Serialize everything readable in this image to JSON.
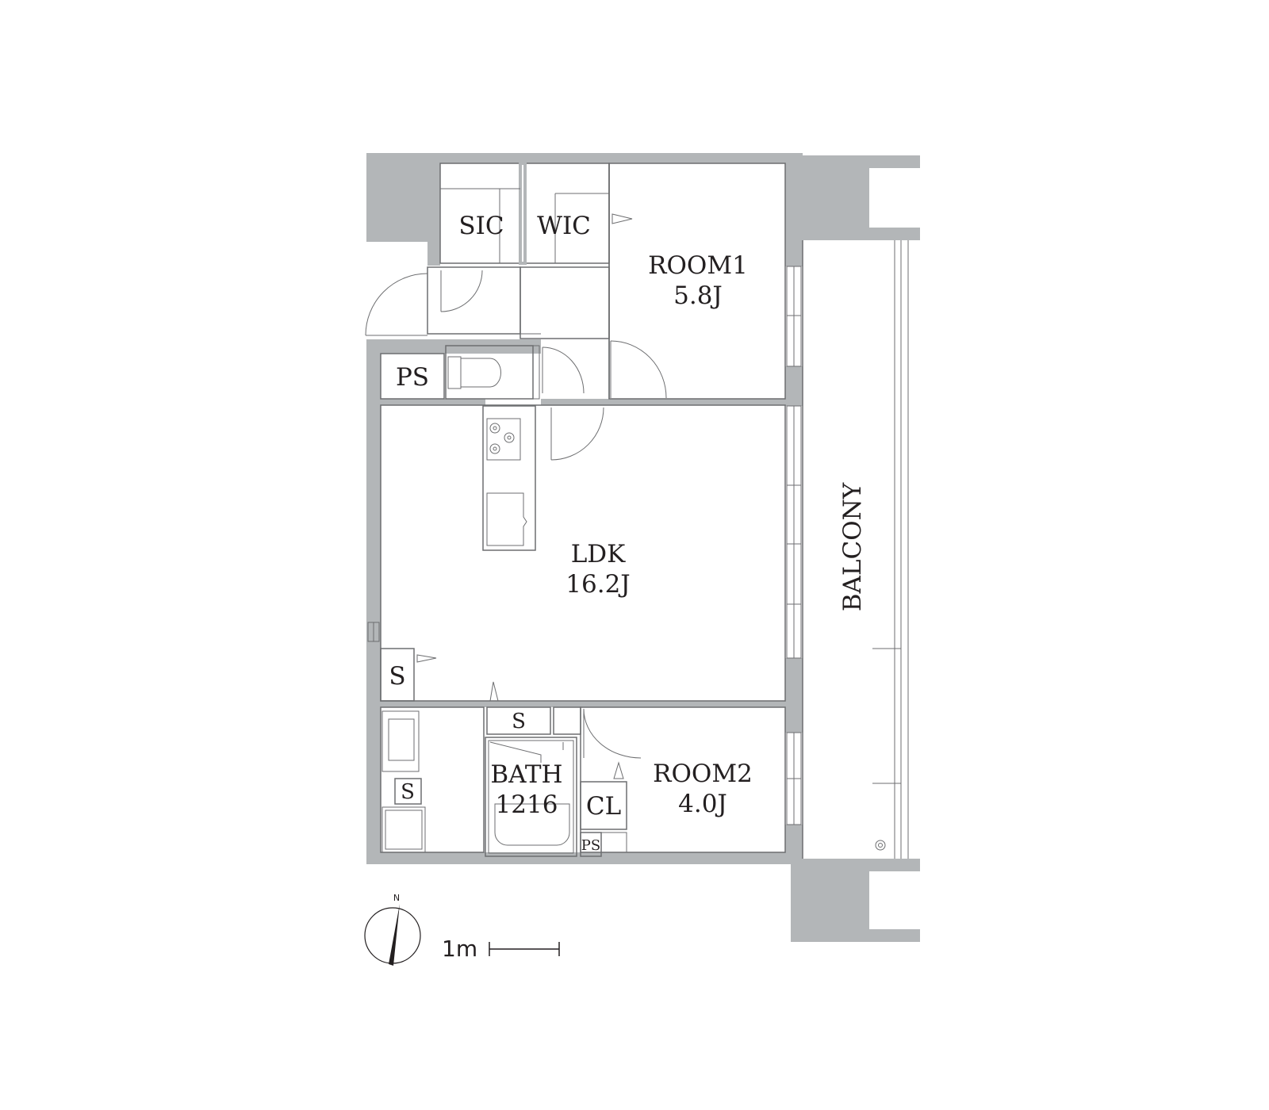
{
  "rooms": {
    "sic": "SIC",
    "wic": "WIC",
    "room1_name": "ROOM1",
    "room1_size": "5.8J",
    "ps_main": "PS",
    "ldk_name": "LDK",
    "ldk_size": "16.2J",
    "balcony": "BALCONY",
    "s_hall": "S",
    "s_top_bath": "S",
    "s_laundry": "S",
    "bath_name": "BATH",
    "bath_size": "1216",
    "cl": "CL",
    "ps_small": "PS",
    "room2_name": "ROOM2",
    "room2_size": "4.0J"
  },
  "legend": {
    "north": "N",
    "scale_text": "1m"
  },
  "colors": {
    "wall": "#b3b6b8",
    "line": "#6d6e70",
    "text": "#231f20",
    "background": "#ffffff"
  }
}
